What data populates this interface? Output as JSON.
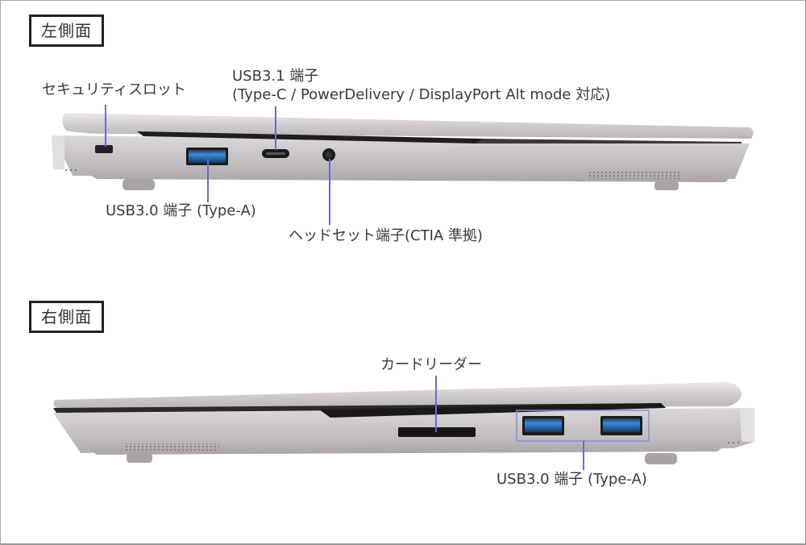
{
  "left_side": {
    "heading": "左側面",
    "labels": {
      "security_slot": "セキュリティスロット",
      "usb31_line1": "USB3.1 端子",
      "usb31_line2": "(Type-C / PowerDelivery / DisplayPort Alt mode 対応)",
      "usb30": "USB3.0 端子 (Type-A)",
      "headset": "ヘッドセット端子(CTIA 準拠)"
    }
  },
  "right_side": {
    "heading": "右側面",
    "labels": {
      "card_reader": "カードリーダー",
      "usb30": "USB3.0 端子 (Type-A)"
    }
  },
  "colors": {
    "chassis": "#c8c4c6",
    "leader_line": "#6a6ad0",
    "usb_blue": "#2a6fc0",
    "text": "#3a3a3a"
  }
}
